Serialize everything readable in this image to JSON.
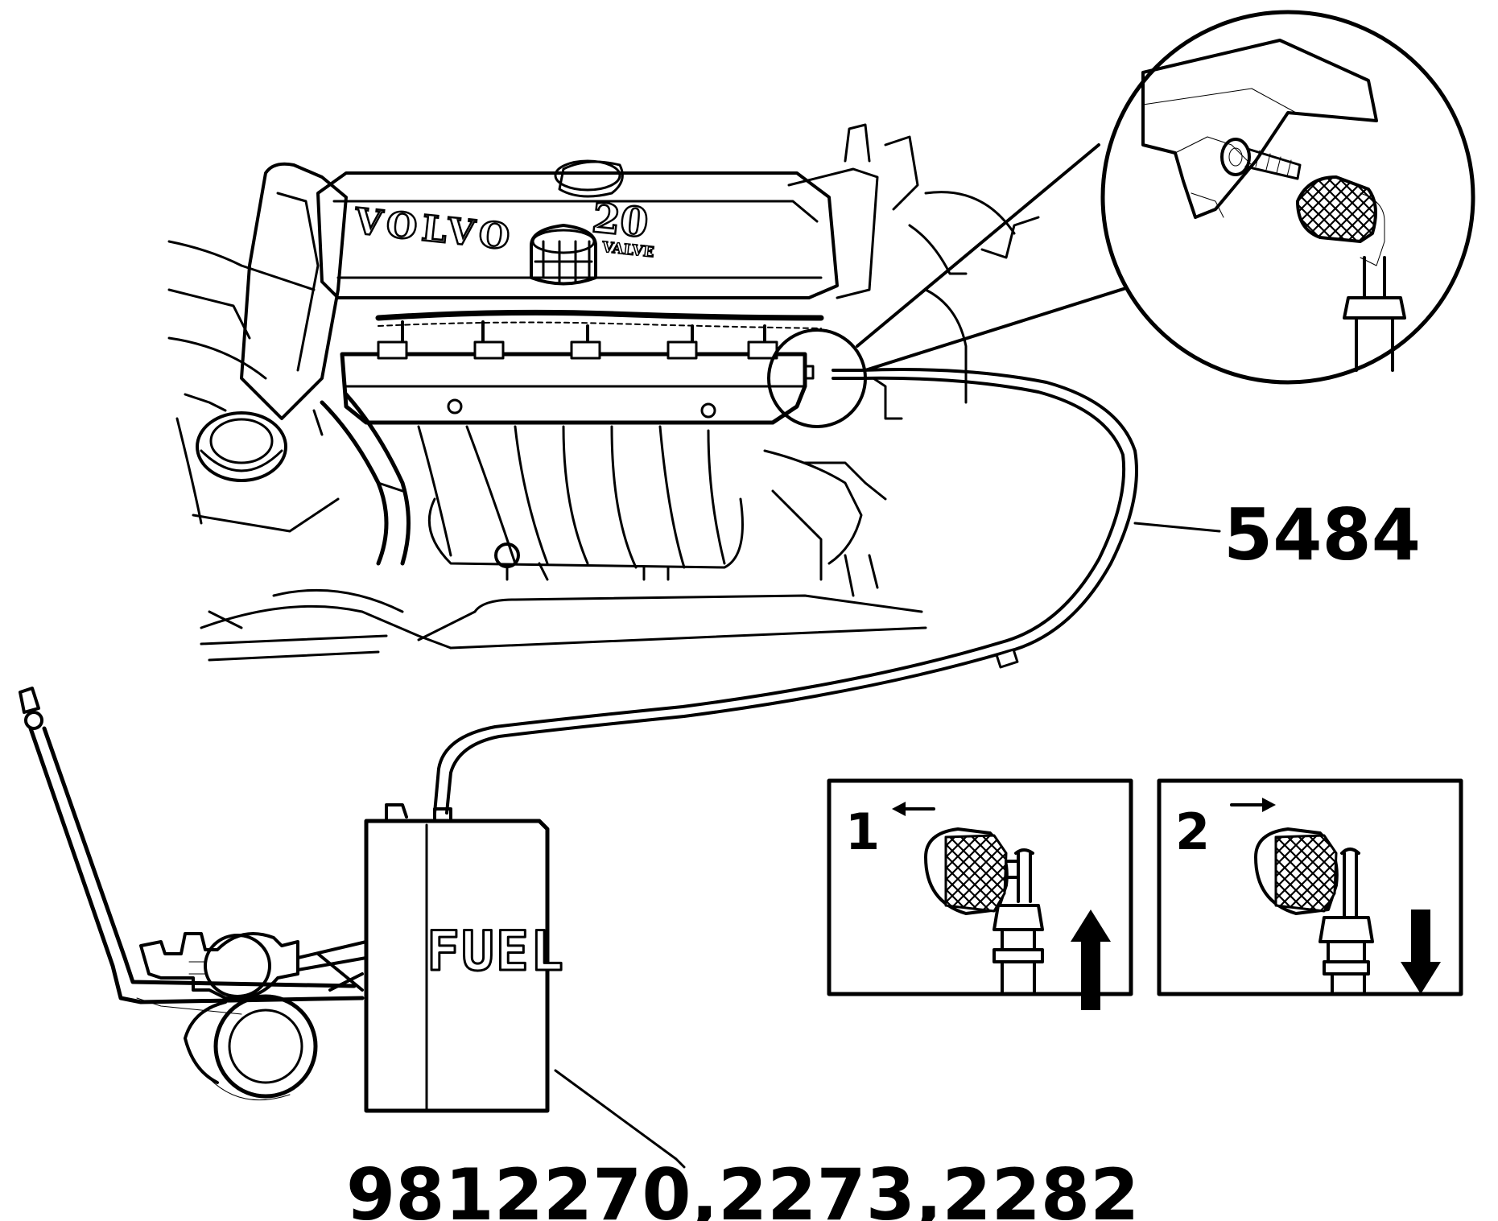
{
  "labels": {
    "hose": "5484",
    "tool": "9812270,2273,2282",
    "fuel_can": "FUEL",
    "valve_cover_brand": "VOLVO",
    "valve_cover_model": "20",
    "valve_cover_sub": "VALVE",
    "step1": "1",
    "step2": "2"
  },
  "colors": {
    "ink": "#000000",
    "paper": "#ffffff"
  },
  "icons": {
    "step1_horizontal": "arrow-left-icon",
    "step1_vertical": "arrow-up-icon",
    "step2_horizontal": "arrow-right-icon",
    "step2_vertical": "arrow-down-icon"
  }
}
